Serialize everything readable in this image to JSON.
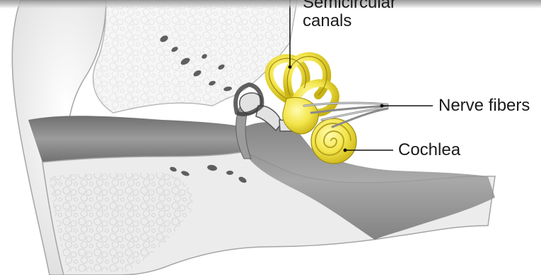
{
  "labels": {
    "canals_line1": "Semicircular",
    "canals_line2": "canals",
    "nerve": "Nerve fibers",
    "cochlea": "Cochlea"
  },
  "colors": {
    "bone": "#e8e8e8",
    "canal": "#8e8e8e",
    "inner_ear": "#f2e64a",
    "outline": "#9a9a9a"
  }
}
